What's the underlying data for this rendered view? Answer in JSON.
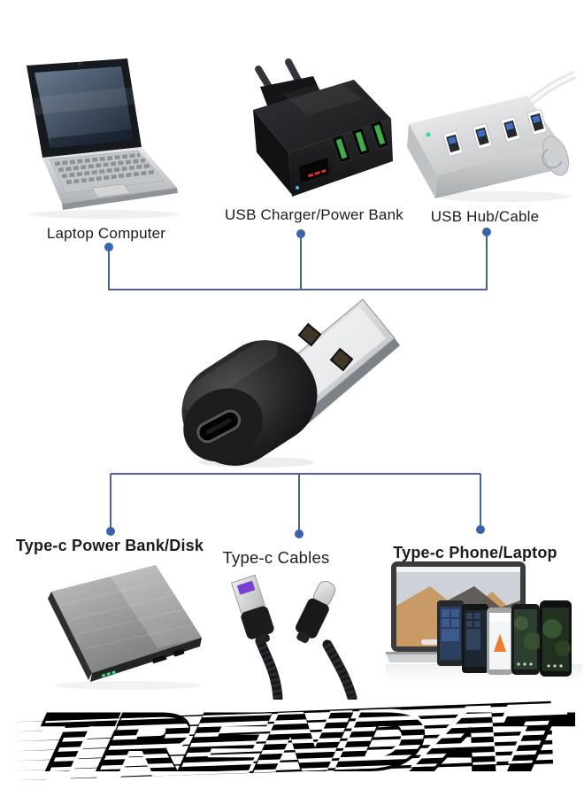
{
  "page_title": "USB-C to USB-A adapter compatibility graphic",
  "diagram": {
    "top_items": [
      {
        "label": "Laptop Computer",
        "icon": "laptop-image"
      },
      {
        "label": "USB Charger/Power Bank",
        "icon": "usb-charger-image"
      },
      {
        "label": "USB Hub/Cable",
        "icon": "usb-hub-image"
      }
    ],
    "center_item": {
      "icon": "usb-a-to-usb-c-adapter-image"
    },
    "bottom_items": [
      {
        "label": "Type-c Power Bank/Disk",
        "icon": "power-bank-image"
      },
      {
        "label": "Type-c Cables",
        "icon": "type-c-cables-image"
      },
      {
        "label": "Type-c Phone/Laptop",
        "icon": "phones-and-laptop-image"
      }
    ]
  },
  "logo": {
    "text": "TRENDAT"
  },
  "colors": {
    "background": "#ffffff",
    "label_text": "#1c1c1c",
    "connector_line": "#4a648e",
    "connector_dot": "#3a62ad",
    "logo_text": "#000000",
    "port_green": "#3fae48",
    "usb_blue": "#3d6fbe",
    "cable_purple": "#7b3fd4",
    "led_red": "#d93425",
    "led_green": "#35e08c"
  }
}
